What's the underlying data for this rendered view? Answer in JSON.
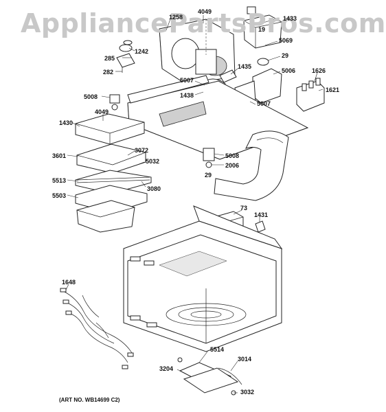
{
  "watermark": "AppliancePartsPros.com",
  "art_number": "(ART NO. WB14699 C2)",
  "callouts": [
    {
      "id": "1258",
      "text": "1258"
    },
    {
      "id": "4049a",
      "text": "4049"
    },
    {
      "id": "1433",
      "text": "1433"
    },
    {
      "id": "5069",
      "text": "5069"
    },
    {
      "id": "29a",
      "text": "29"
    },
    {
      "id": "5006",
      "text": "5006"
    },
    {
      "id": "1626",
      "text": "1626"
    },
    {
      "id": "1621",
      "text": "1621"
    },
    {
      "id": "1435",
      "text": "1435"
    },
    {
      "id": "19",
      "text": "19"
    },
    {
      "id": "285",
      "text": "285"
    },
    {
      "id": "1242",
      "text": "1242"
    },
    {
      "id": "282",
      "text": "282"
    },
    {
      "id": "5007a",
      "text": "5007"
    },
    {
      "id": "1438",
      "text": "1438"
    },
    {
      "id": "5007b",
      "text": "5007"
    },
    {
      "id": "5008a",
      "text": "5008"
    },
    {
      "id": "4049b",
      "text": "4049"
    },
    {
      "id": "1430",
      "text": "1430"
    },
    {
      "id": "3601",
      "text": "3601"
    },
    {
      "id": "3072",
      "text": "3072"
    },
    {
      "id": "5032",
      "text": "5032"
    },
    {
      "id": "5008b",
      "text": "5008"
    },
    {
      "id": "2006",
      "text": "2006"
    },
    {
      "id": "29b",
      "text": "29"
    },
    {
      "id": "5513",
      "text": "5513"
    },
    {
      "id": "3080",
      "text": "3080"
    },
    {
      "id": "5503",
      "text": "5503"
    },
    {
      "id": "73",
      "text": "73"
    },
    {
      "id": "1431",
      "text": "1431"
    },
    {
      "id": "1648",
      "text": "1648"
    },
    {
      "id": "5514",
      "text": "5514"
    },
    {
      "id": "3014",
      "text": "3014"
    },
    {
      "id": "3204",
      "text": "3204"
    },
    {
      "id": "3032",
      "text": "3032"
    }
  ]
}
